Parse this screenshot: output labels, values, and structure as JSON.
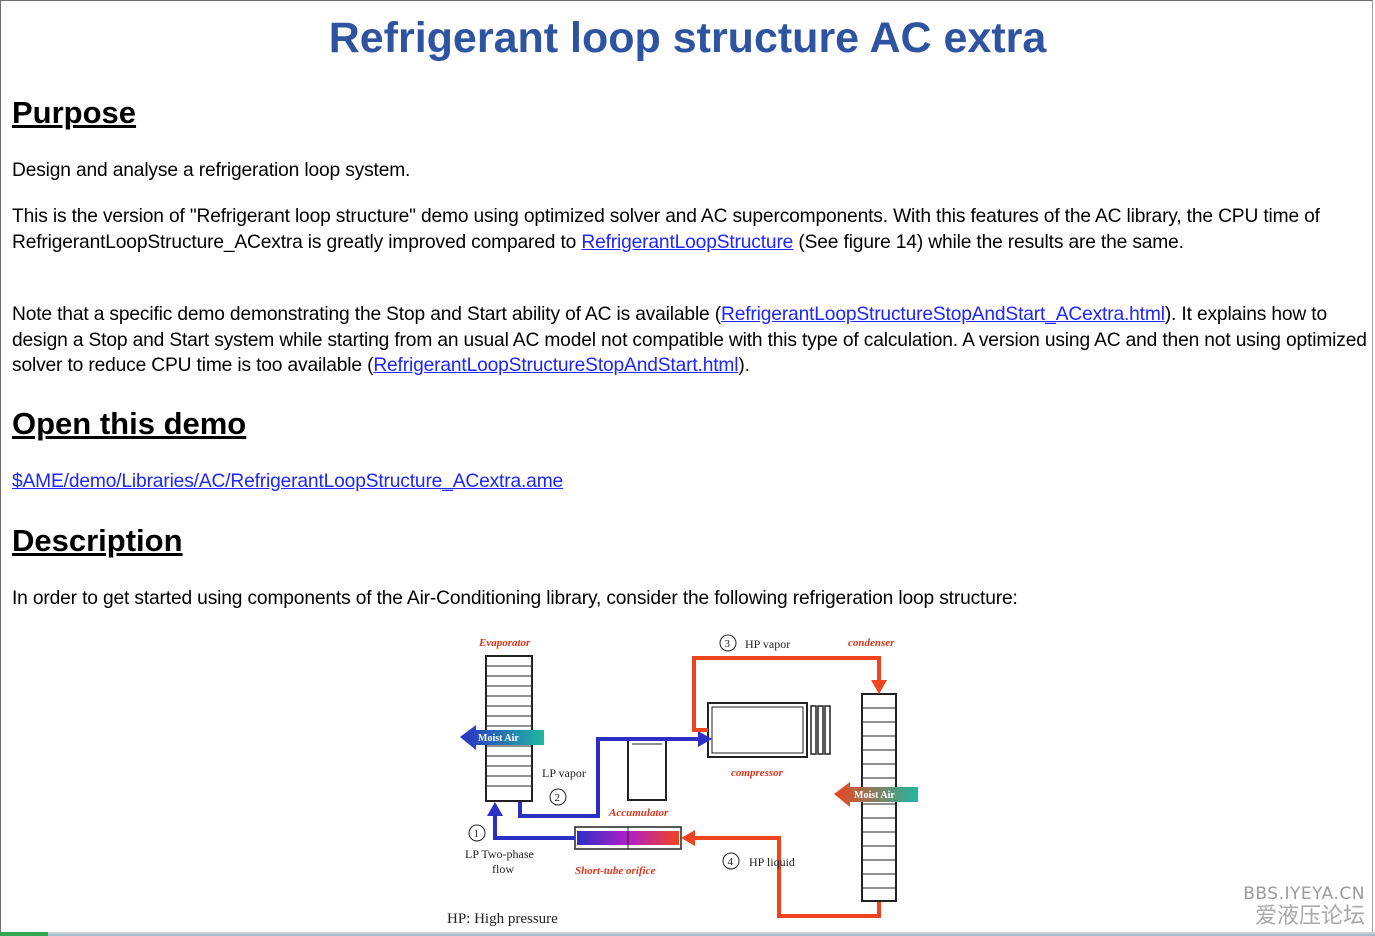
{
  "page": {
    "title": "Refrigerant loop structure AC extra"
  },
  "purpose": {
    "heading": "Purpose",
    "p1": "Design and analyse a refrigeration loop system.",
    "p2": {
      "text_a": "This is the version of \"Refrigerant loop structure\" demo using optimized solver and AC supercomponents. With this features of the AC library, the CPU time of RefrigerantLoopStructure_ACextra is greatly improved compared to ",
      "link": "RefrigerantLoopStructure",
      "text_b": " (See figure 14) while the results are the same."
    },
    "p3": {
      "text_a": "Note that a specific demo demonstrating the Stop and Start ability of AC is available (",
      "link1": "RefrigerantLoopStructureStopAndStart_ACextra.html",
      "text_b": "). It explains how to design a Stop and Start system while starting from an usual AC model not compatible with this type of calculation. A version using AC and then not using optimized solver to reduce CPU time is too available (",
      "link2": "RefrigerantLoopStructureStopAndStart.html",
      "text_c": ")."
    }
  },
  "open_demo": {
    "heading": "Open this demo",
    "link": "$AME/demo/Libraries/AC/RefrigerantLoopStructure_ACextra.ame"
  },
  "description": {
    "heading": "Description",
    "p1": "In order to get started using components of the Air-Conditioning library, consider the following refrigeration loop structure:"
  },
  "figure": {
    "evaporator": "Evaporator",
    "condenser": "condenser",
    "compressor": "compressor",
    "accumulator": "Accumulator",
    "orifice": "Short-tube orifice",
    "moist_air_left": "Moist Air",
    "moist_air_right": "Moist Air",
    "hp_vapor": "HP vapor",
    "lp_vapor": "LP vapor",
    "hp_liquid": "HP liquid",
    "lp_two_phase_1": "LP Two-phase",
    "lp_two_phase_2": "flow",
    "n1": "1",
    "n2": "2",
    "n3": "3",
    "n4": "4",
    "caption": "HP: High pressure",
    "colors": {
      "low_pressure": "#2b2fc4",
      "high_pressure": "#ee4420",
      "label_red": "#e0331a",
      "moist_air_teal": "#1fb8a0"
    }
  },
  "watermark": {
    "line1": "BBS.IYEYA.CN",
    "line2": "爱液压论坛"
  }
}
